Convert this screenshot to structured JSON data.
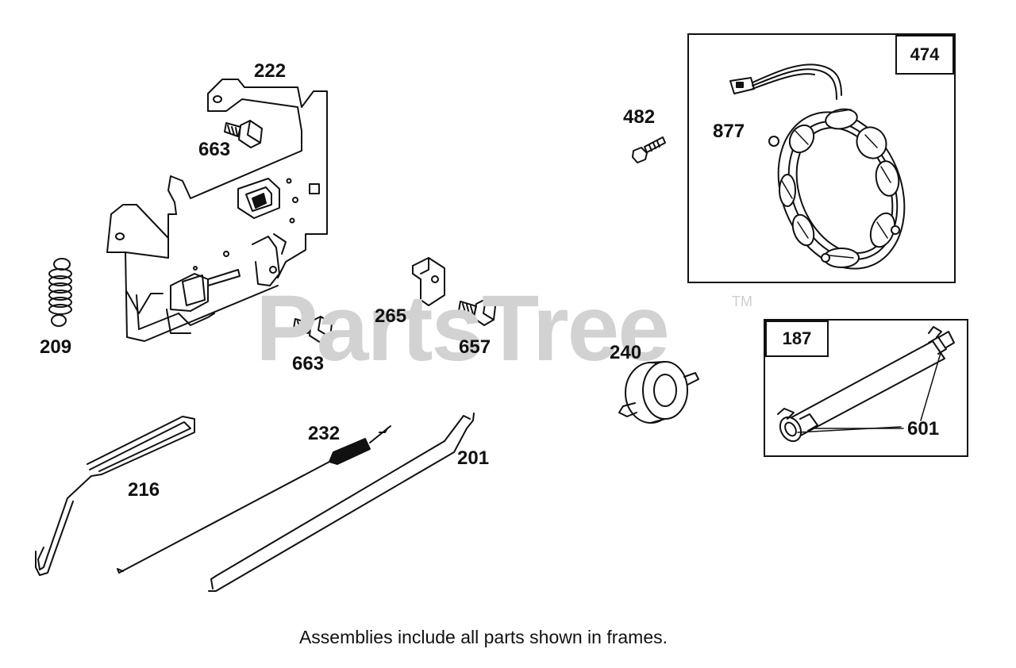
{
  "watermark": {
    "text": "PartsTree",
    "tm": "TM"
  },
  "footer": {
    "note": "Assemblies include all parts shown in frames."
  },
  "frames": {
    "stator_assembly": {
      "number": "474"
    },
    "fuel_line_assembly": {
      "number": "187"
    }
  },
  "parts": {
    "p222": "222",
    "p663_top": "663",
    "p209": "209",
    "p265": "265",
    "p657": "657",
    "p663_bottom": "663",
    "p482": "482",
    "p877": "877",
    "p240": "240",
    "p601": "601",
    "p232": "232",
    "p201": "201",
    "p216": "216"
  },
  "colors": {
    "ink": "#111111",
    "watermark": "#d2d2d2",
    "background": "#ffffff"
  }
}
